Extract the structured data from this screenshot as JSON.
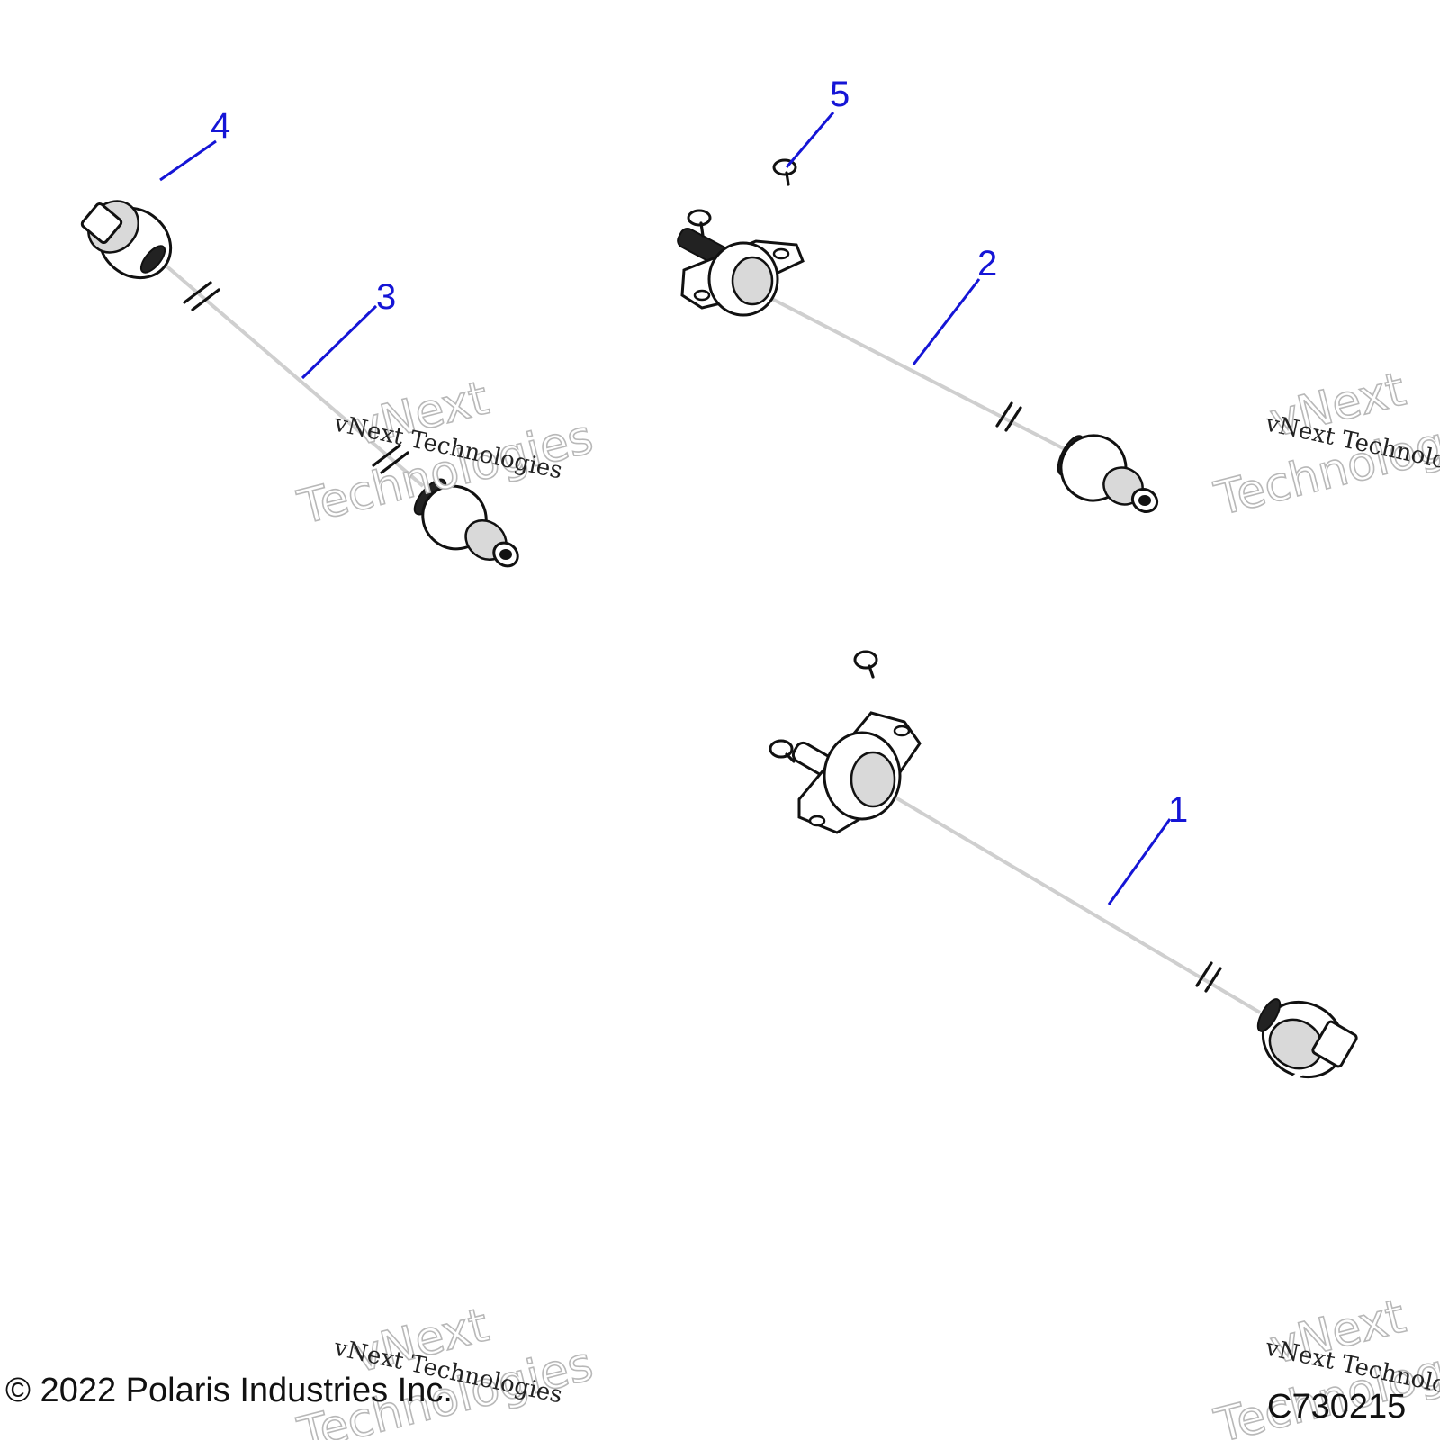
{
  "diagram": {
    "callouts": [
      {
        "id": "1",
        "label": "1"
      },
      {
        "id": "2",
        "label": "2"
      },
      {
        "id": "3",
        "label": "3"
      },
      {
        "id": "4",
        "label": "4"
      },
      {
        "id": "5",
        "label": "5"
      }
    ],
    "colors": {
      "callout": "#1515d6",
      "line": "#111111",
      "shade": "#d9d9d9"
    }
  },
  "watermark": {
    "brand": "vNext",
    "line2": "Technologies",
    "tagline": "vNext Technologies"
  },
  "footer": {
    "copyright": "© 2022 Polaris Industries Inc.",
    "figure_code": "C730215"
  }
}
